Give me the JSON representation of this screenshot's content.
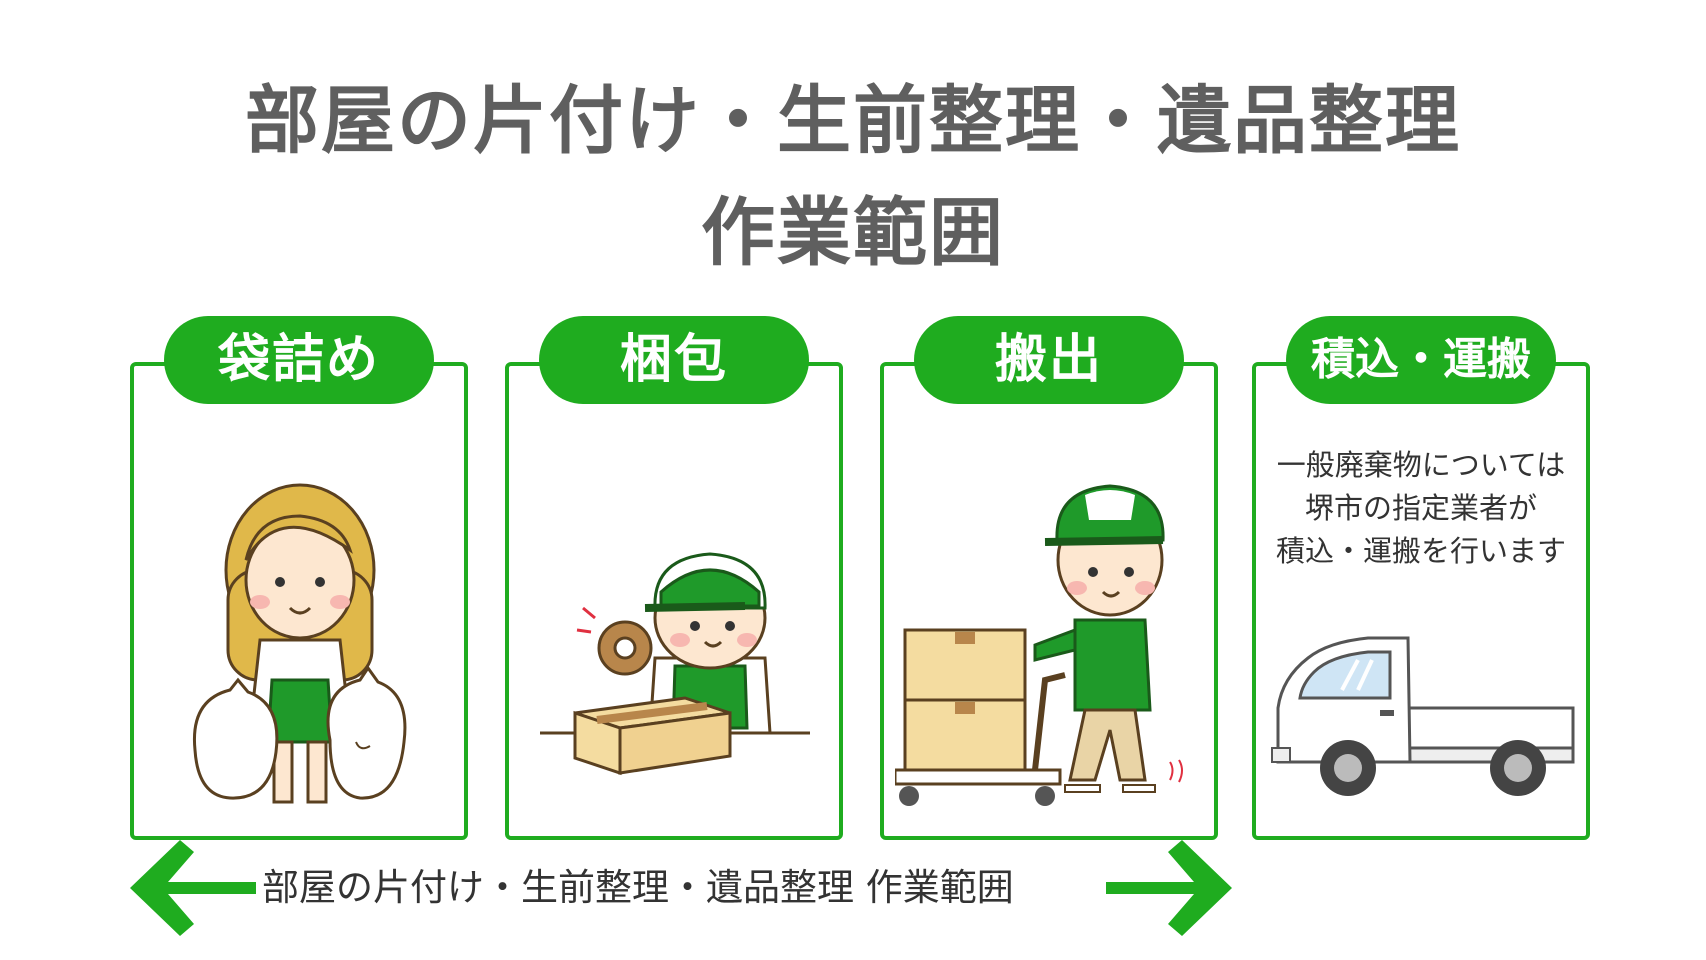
{
  "title": {
    "line1": "部屋の片付け・生前整理・遺品整理",
    "line2": "作業範囲"
  },
  "steps": [
    {
      "label": "袋詰め",
      "icon": "woman-with-garbage-bags-icon"
    },
    {
      "label": "梱包",
      "icon": "worker-packing-box-icon"
    },
    {
      "label": "搬出",
      "icon": "worker-pushing-cart-icon"
    },
    {
      "label": "積込・運搬",
      "icon": "truck-icon"
    }
  ],
  "note": {
    "line1": "一般廃棄物については",
    "line2": "堺市の指定業者が",
    "line3": "積込・運搬を行います"
  },
  "footer": {
    "text": "部屋の片付け・生前整理・遺品整理 作業範囲"
  },
  "colors": {
    "accent": "#1fac1f",
    "title": "#5f5f5f",
    "text": "#333333"
  }
}
